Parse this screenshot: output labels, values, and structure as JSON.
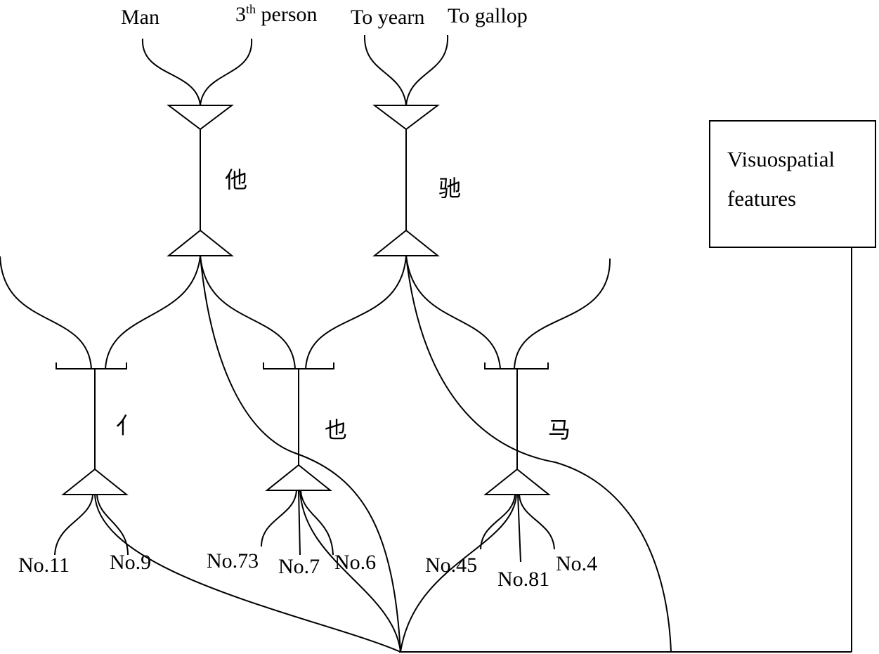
{
  "top_features": {
    "man": "Man",
    "third_person_base": "3",
    "third_person_sup": "th",
    "third_person_rest": " person",
    "to_yearn": "To yearn",
    "to_gallop": "To gallop"
  },
  "characters": {
    "ta": "他",
    "chi": "驰",
    "ren_radical": "亻",
    "ye": "也",
    "ma": "马"
  },
  "feature_numbers": {
    "no11": "No.11",
    "no9": "No.9",
    "no73": "No.73",
    "no7": "No.7",
    "no6": "No.6",
    "no45": "No.45",
    "no81": "No.81",
    "no4": "No.4"
  },
  "visuospatial_box": {
    "label": "Visuospatial features"
  }
}
